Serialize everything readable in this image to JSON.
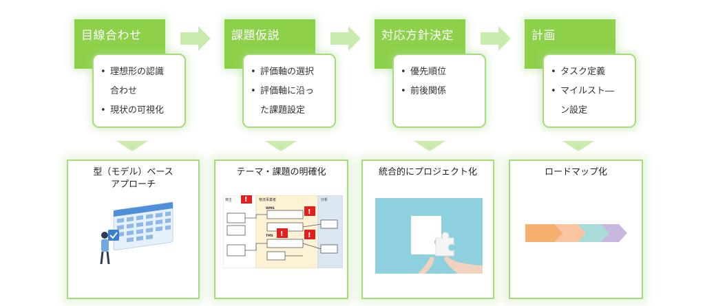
{
  "phases": [
    {
      "title": "目線合わせ",
      "bullets": [
        [
          "理想形の認識",
          "合わせ"
        ],
        [
          "現状の可視化"
        ]
      ]
    },
    {
      "title": "課題仮説",
      "bullets": [
        [
          "評価軸の選択"
        ],
        [
          "評価軸に沿っ",
          "た課題設定"
        ]
      ]
    },
    {
      "title": "対応方針決定",
      "bullets": [
        [
          "優先順位"
        ],
        [
          "前後関係"
        ]
      ]
    },
    {
      "title": "計画",
      "bullets": [
        [
          "タスク定義"
        ],
        [
          "マイルスト―",
          "ン設定"
        ]
      ]
    }
  ],
  "outputs": [
    {
      "title_lines": [
        "型（モデル）ベース",
        "アプローチ"
      ],
      "illustration": "calendar-checklist-illustration"
    },
    {
      "title_lines": [
        "テーマ・課題の明確化"
      ],
      "illustration": "process-flow-diagram",
      "diagram": {
        "lane1": "荷主",
        "lane2": "物流事業者",
        "lane3": "分析",
        "system1": "WMS",
        "system2": "TMS"
      }
    },
    {
      "title_lines": [
        "統合的にプロジェクト化"
      ],
      "illustration": "puzzle-piece-photo"
    },
    {
      "title_lines": [
        "ロードマップ化"
      ],
      "illustration": "roadmap-chevrons"
    }
  ],
  "colors": {
    "header_green": "#8dd14a",
    "border_green": "#a6dc78",
    "arrow_light_green": "#c9ebae",
    "chevron_orange": "#f5b070",
    "chevron_peach": "#f9c5a0",
    "chevron_teal": "#a9dcd8",
    "chevron_lavender": "#c8b8e0",
    "alert_red": "#e02020"
  }
}
